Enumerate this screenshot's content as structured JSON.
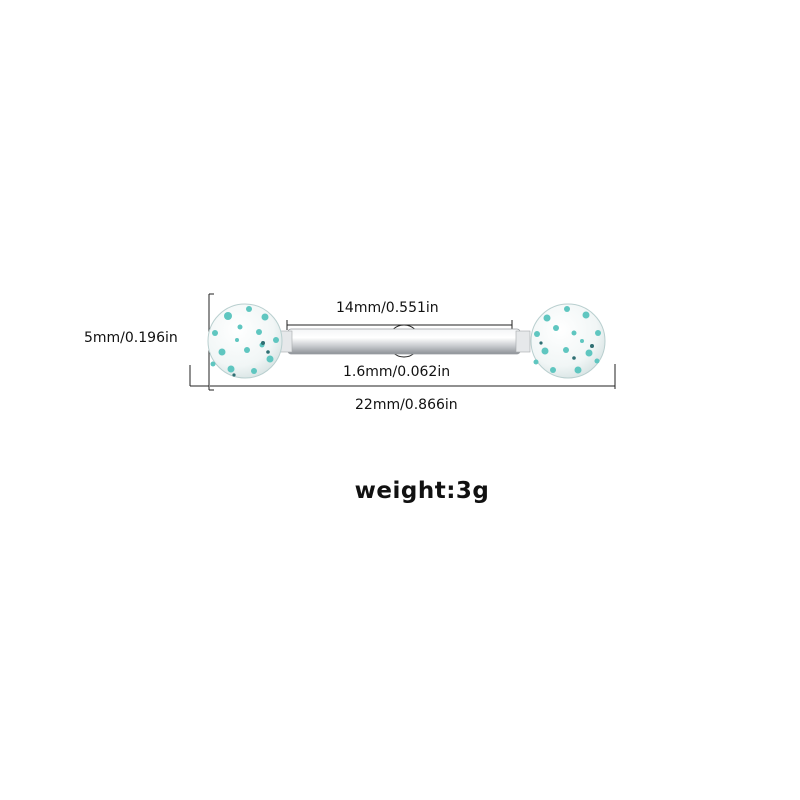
{
  "diagram": {
    "labels": {
      "ball_diameter": "5mm/0.196in",
      "bar_length": "14mm/0.551in",
      "bar_gauge": "1.6mm/0.062in",
      "total_length": "22mm/0.866in"
    },
    "weight": "weight:3g",
    "colors": {
      "speckle": "#5fc6c0",
      "speckle_dark": "#2f6f73",
      "bar": "#c9ccd0",
      "line": "#222222"
    },
    "icons": [
      "barbell-piercing-icon"
    ]
  }
}
